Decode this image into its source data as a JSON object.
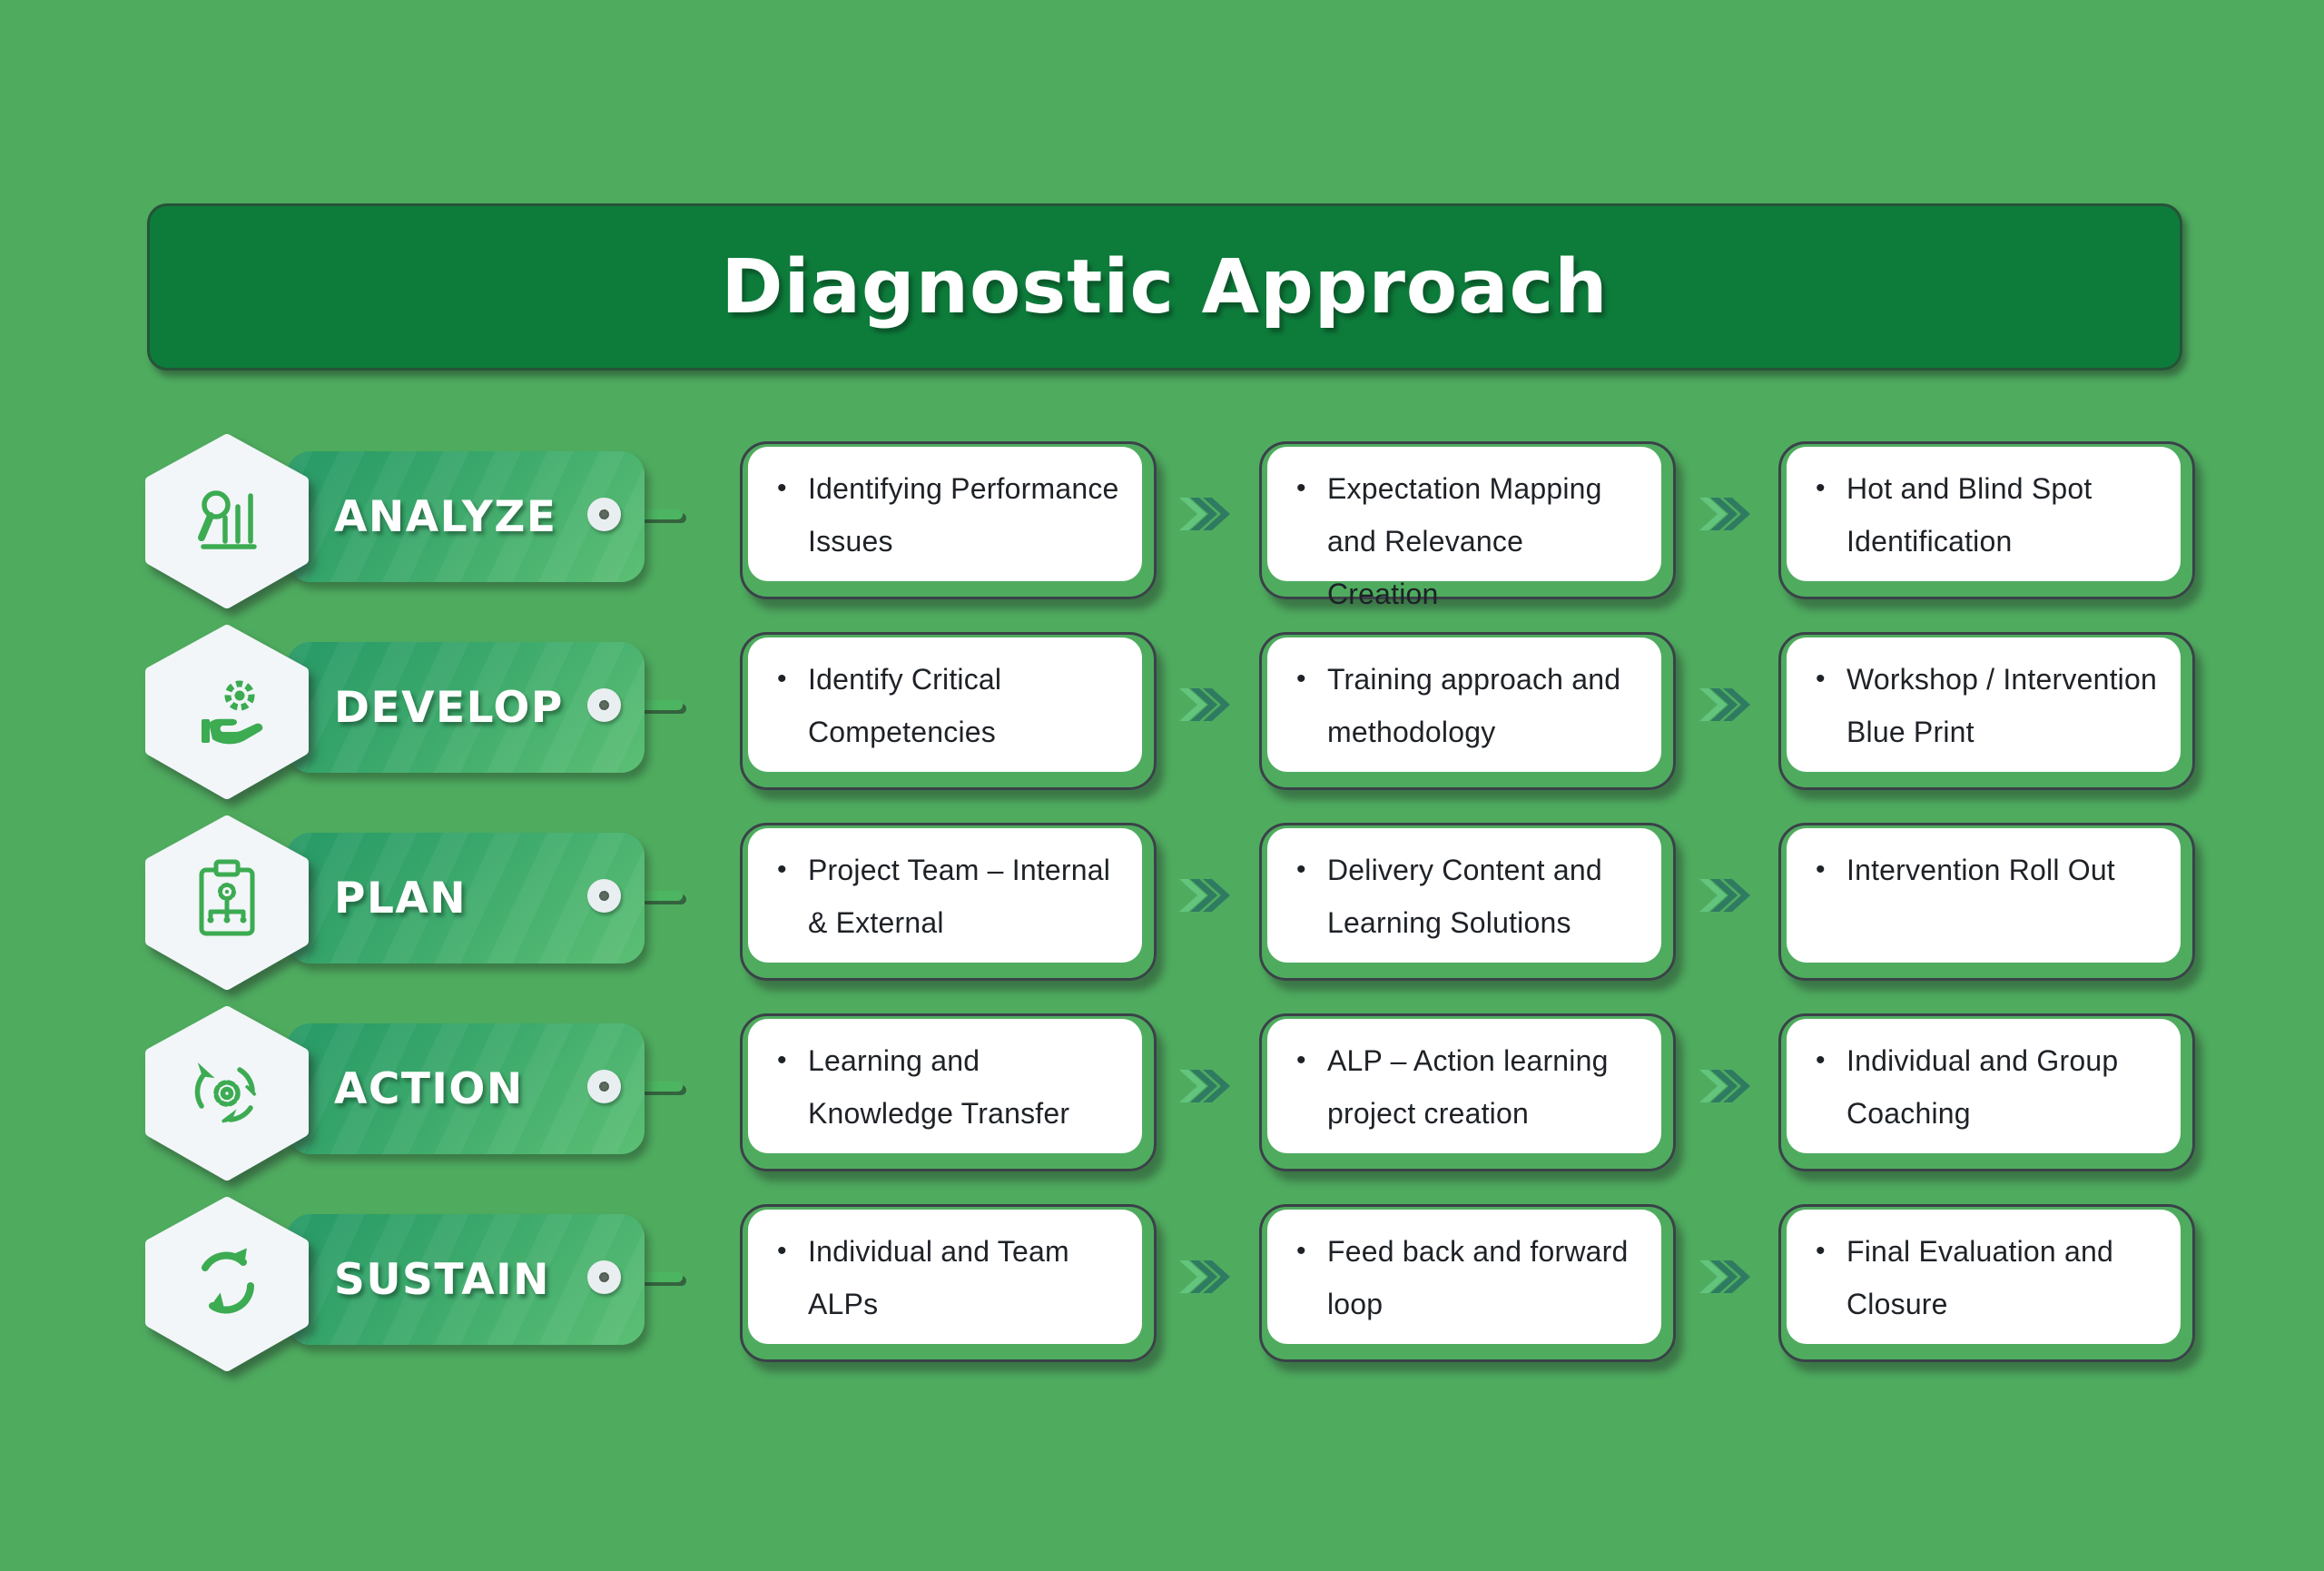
{
  "title": "Diagnostic Approach",
  "bullet_char": "•",
  "rows": [
    {
      "label": "ANALYZE",
      "icon": "magnifier-bar-chart-icon",
      "cards": [
        "Identifying Performance Issues",
        "Expectation Mapping and Relevance Creation",
        "Hot and Blind Spot Identification"
      ]
    },
    {
      "label": "DEVELOP",
      "icon": "hand-gear-icon",
      "cards": [
        "Identify Critical Competencies",
        "Training approach and methodology",
        "Workshop / Intervention Blue Print"
      ]
    },
    {
      "label": "PLAN",
      "icon": "clipboard-workflow-icon",
      "cards": [
        "Project  Team – Internal & External",
        "Delivery Content and Learning Solutions",
        "Intervention Roll Out"
      ]
    },
    {
      "label": "ACTION",
      "icon": "gear-cycle-icon",
      "cards": [
        "Learning and Knowledge Transfer",
        "ALP – Action learning project creation",
        "Individual and Group Coaching"
      ]
    },
    {
      "label": "SUSTAIN",
      "icon": "refresh-cycle-icon",
      "cards": [
        "Individual and Team ALPs",
        "Feed back and forward loop",
        "Final Evaluation and Closure"
      ]
    }
  ],
  "colors": {
    "background": "#4fac5f",
    "banner": "#0d7c3b",
    "tag_gradient_start": "#269966",
    "tag_gradient_end": "#5cbf74",
    "hexagon_fill": "#f2f6f8",
    "icon_green": "#3cab52",
    "card_background": "#ffffff",
    "card_outline": "#3a4248",
    "card_text": "#1e2227",
    "chevron_light": "#63c57d",
    "chevron_dark": "#2e7b62",
    "connector_line": "#4cb561",
    "connector_circle": "#e9eef0",
    "connector_dot": "#5d6a5f",
    "title_text": "#ffffff"
  }
}
